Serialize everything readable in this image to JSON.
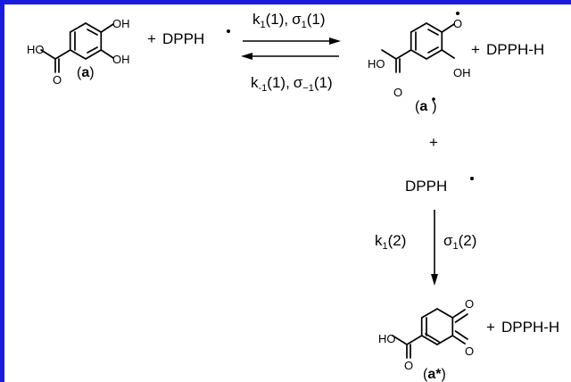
{
  "colors": {
    "frame": "#1a1adf",
    "ink": "#000000",
    "background": "#ffffff"
  },
  "atoms": {
    "oh": "OH",
    "ho": "HO",
    "o": "O",
    "o_radical": "O"
  },
  "species": {
    "dpph_radical": "DPPH",
    "dpph_h": "DPPH-H",
    "plus": "+"
  },
  "labels": {
    "a": "a",
    "a_radical": "a",
    "a_star": "a*",
    "paren_open": "(",
    "paren_close": ")"
  },
  "rates": {
    "k_symbol": "k",
    "sigma_symbol": "σ",
    "forward_sub": "1",
    "reverse_sub": "-1",
    "sigma_reverse_sub": "−1",
    "step1": "(1)",
    "step2": "(2)",
    "comma": ","
  }
}
